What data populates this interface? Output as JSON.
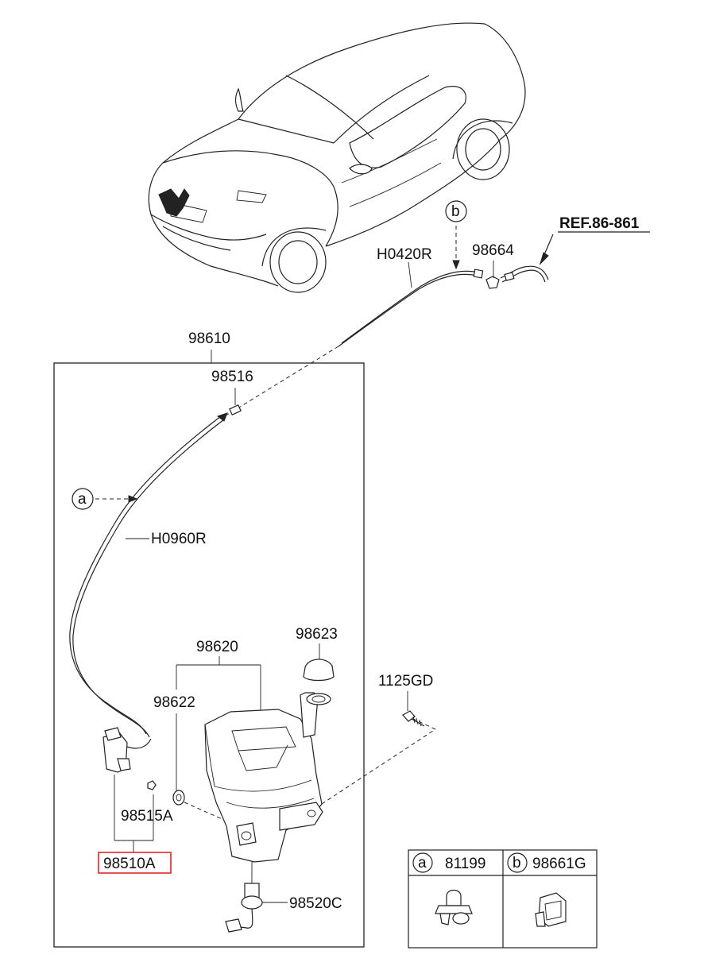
{
  "labels": {
    "ref": "REF.86-861",
    "hose_r1": "H0420R",
    "p98664": "98664",
    "p98610": "98610",
    "p98516": "98516",
    "hose_r2": "H0960R",
    "p98620": "98620",
    "p98623": "98623",
    "p98622": "98622",
    "p1125GD": "1125GD",
    "p98515A": "98515A",
    "p98510A": "98510A",
    "p98520C": "98520C"
  },
  "callouts": {
    "a": "a",
    "b": "b"
  },
  "legend": {
    "a_letter": "a",
    "a_part": "81199",
    "b_letter": "b",
    "b_part": "98661G"
  },
  "highlight_color": "#e0262b"
}
